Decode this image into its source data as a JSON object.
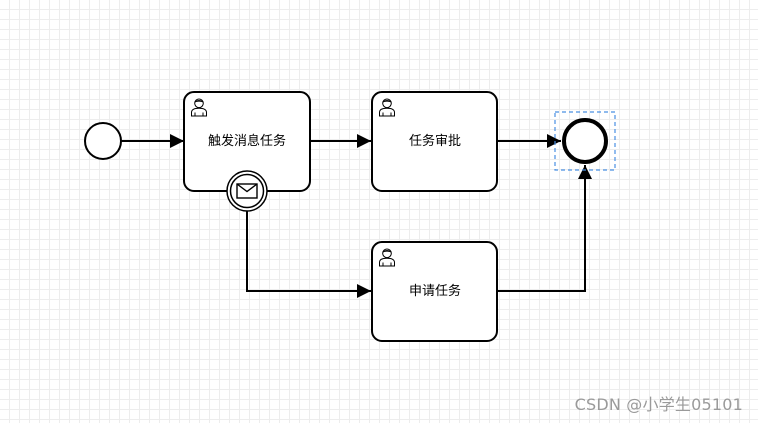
{
  "diagram": {
    "tasks": {
      "trigger_message_task": {
        "label": "触发消息任务"
      },
      "review_task": {
        "label": "任务审批"
      },
      "apply_task": {
        "label": "申请任务"
      }
    }
  },
  "watermark": "CSDN @小学生05101",
  "icons": {
    "task_icon": "user-icon",
    "boundary_icon": "envelope-icon"
  }
}
